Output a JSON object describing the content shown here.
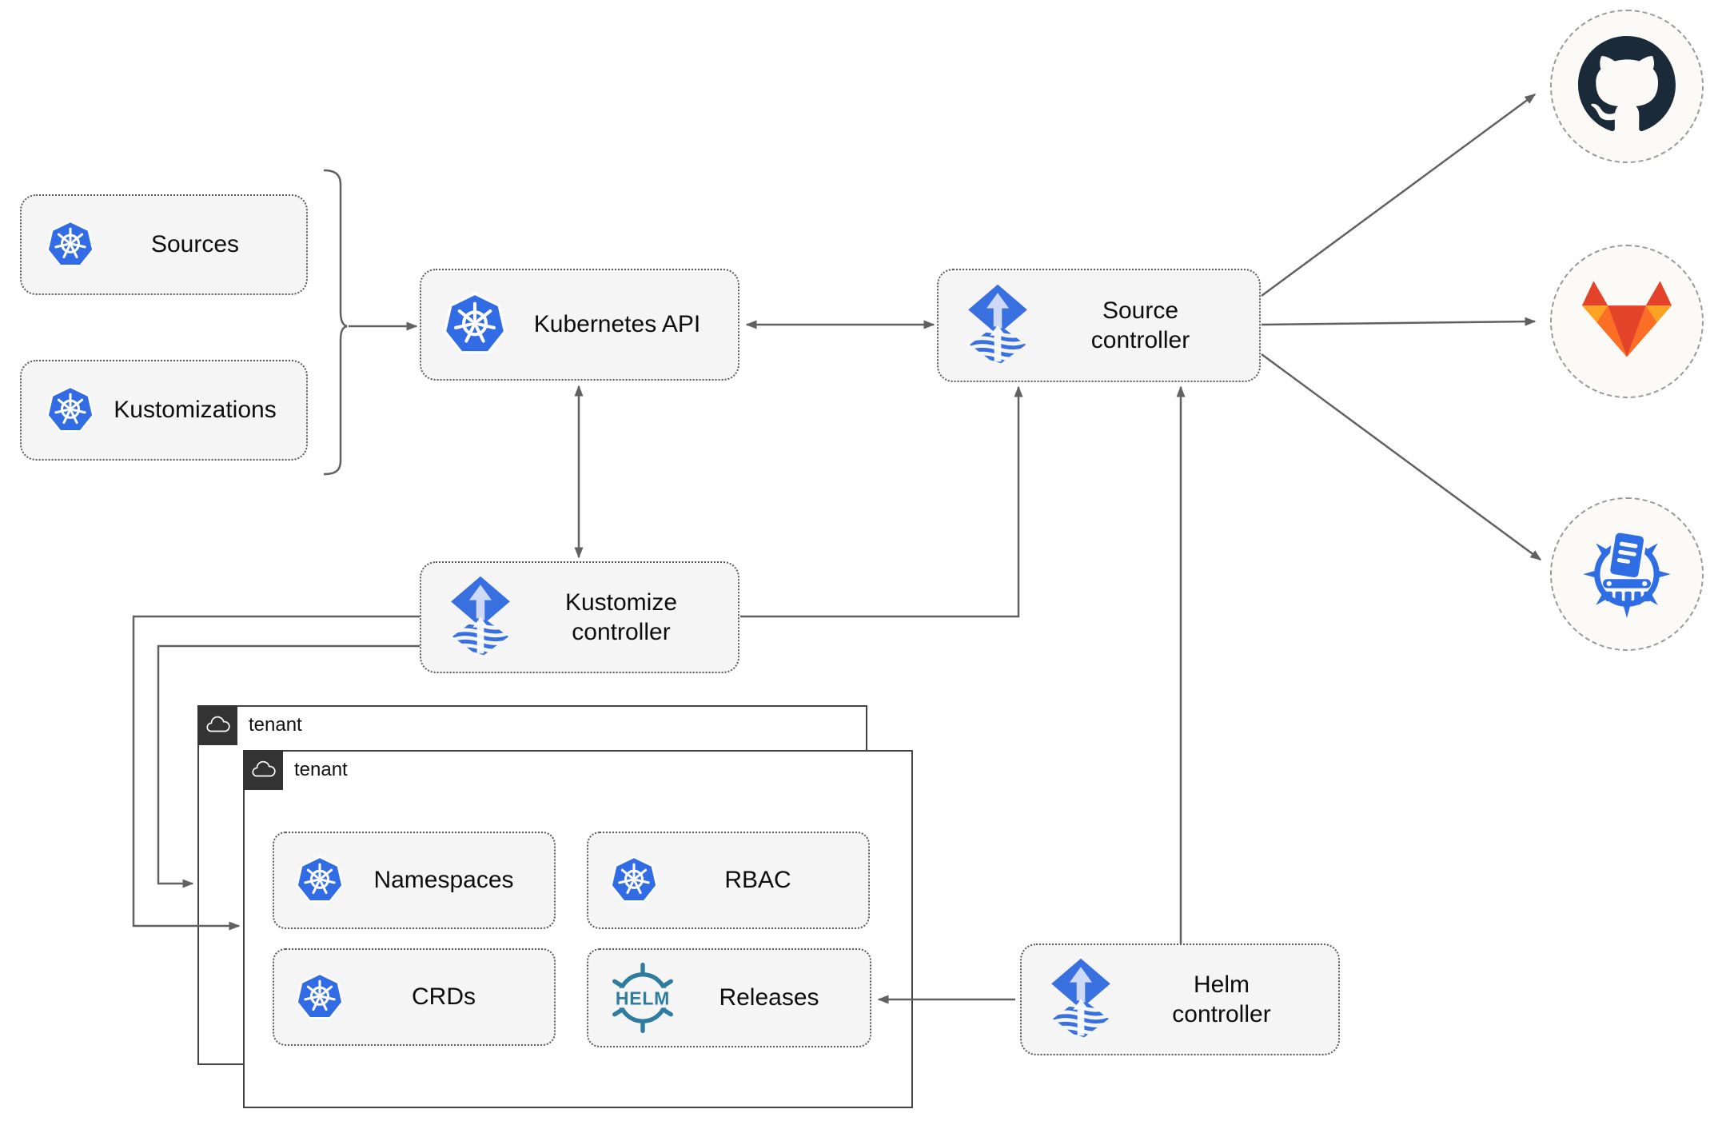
{
  "nodes": {
    "sources": "Sources",
    "kustomizations": "Kustomizations",
    "kubernetes_api": "Kubernetes API",
    "source_controller": "Source controller",
    "kustomize_controller": "Kustomize controller",
    "helm_controller": "Helm controller",
    "tenant_outer": "tenant",
    "tenant_inner": "tenant",
    "namespaces": "Namespaces",
    "rbac": "RBAC",
    "crds": "CRDs",
    "releases": "Releases"
  },
  "icons": {
    "kubernetes": "kubernetes-wheel",
    "flux": "flux-diamond-arrow",
    "helm_word": "HELM",
    "github": "github-octocat",
    "gitlab": "gitlab-tanuki",
    "bucket": "document-archive-wheel",
    "cloud": "cloud"
  },
  "colors": {
    "kubernetes_blue": "#326CE5",
    "flux_blue": "#3870E0",
    "flux_arrow_light": "#CDD9F6",
    "helm_teal": "#2E7D9E",
    "github_dark": "#1B2A38",
    "gitlab_red": "#E24329",
    "gitlab_orange": "#FC6D26",
    "gitlab_amber": "#FCA326",
    "node_fill": "#F5F5F5",
    "connector_gray": "#616161",
    "tenant_tab_dark": "#333333"
  }
}
